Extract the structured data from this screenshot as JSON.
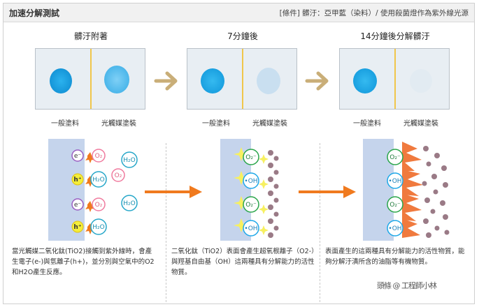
{
  "header": {
    "title": "加速分解測試",
    "condition": "[條件] 髒汙：亞甲藍（染料）/ 使用殺菌燈作為紫外線光源"
  },
  "columns": [
    {
      "title": "髒汙附著",
      "left_label": "一般塗料",
      "right_label": "光觸媒塗裝"
    },
    {
      "title": "7分鐘後",
      "left_label": "一般塗料",
      "right_label": "光觸媒塗裝"
    },
    {
      "title": "14分鐘後分解髒汙",
      "left_label": "一般塗料",
      "right_label": "光觸媒塗裝"
    }
  ],
  "diagram1": {
    "particles": [
      "e⁻",
      "O₂",
      "H₂O",
      "h⁺",
      "H₂O",
      "O₂",
      "e⁻",
      "O₂",
      "H₂O",
      "h⁺",
      "H₂O"
    ]
  },
  "diagram2": {
    "particles": [
      "O₂⁻",
      "•OH",
      "O₂⁻",
      "•OH"
    ]
  },
  "diagram3": {
    "particles": [
      "O₂⁻",
      "•OH",
      "O₂⁻",
      "•OH"
    ]
  },
  "descriptions": [
    "當光觸媒二氧化鈦(TiO2)接觸到紫外線時，會產生電子(e-)與氫離子(h+)，並分別與空氣中的O2和H2O產生反應。",
    "二氧化鈦（TiO2）表面會產生超氧根離子（O2-）與羥基自由基（OH）這兩種具有分解能力的活性物質。",
    "表面產生的這兩種具有分解能力的活性物質，能夠分解汙漬所含的油脂等有機物質。"
  ],
  "watermark": "頭條 @ 工程師小林",
  "colors": {
    "stain": "#1ea8e8",
    "arrow_orange": "#f07a1e",
    "arrow_tan": "#c9ae78",
    "surface": "#c5d4ec"
  }
}
